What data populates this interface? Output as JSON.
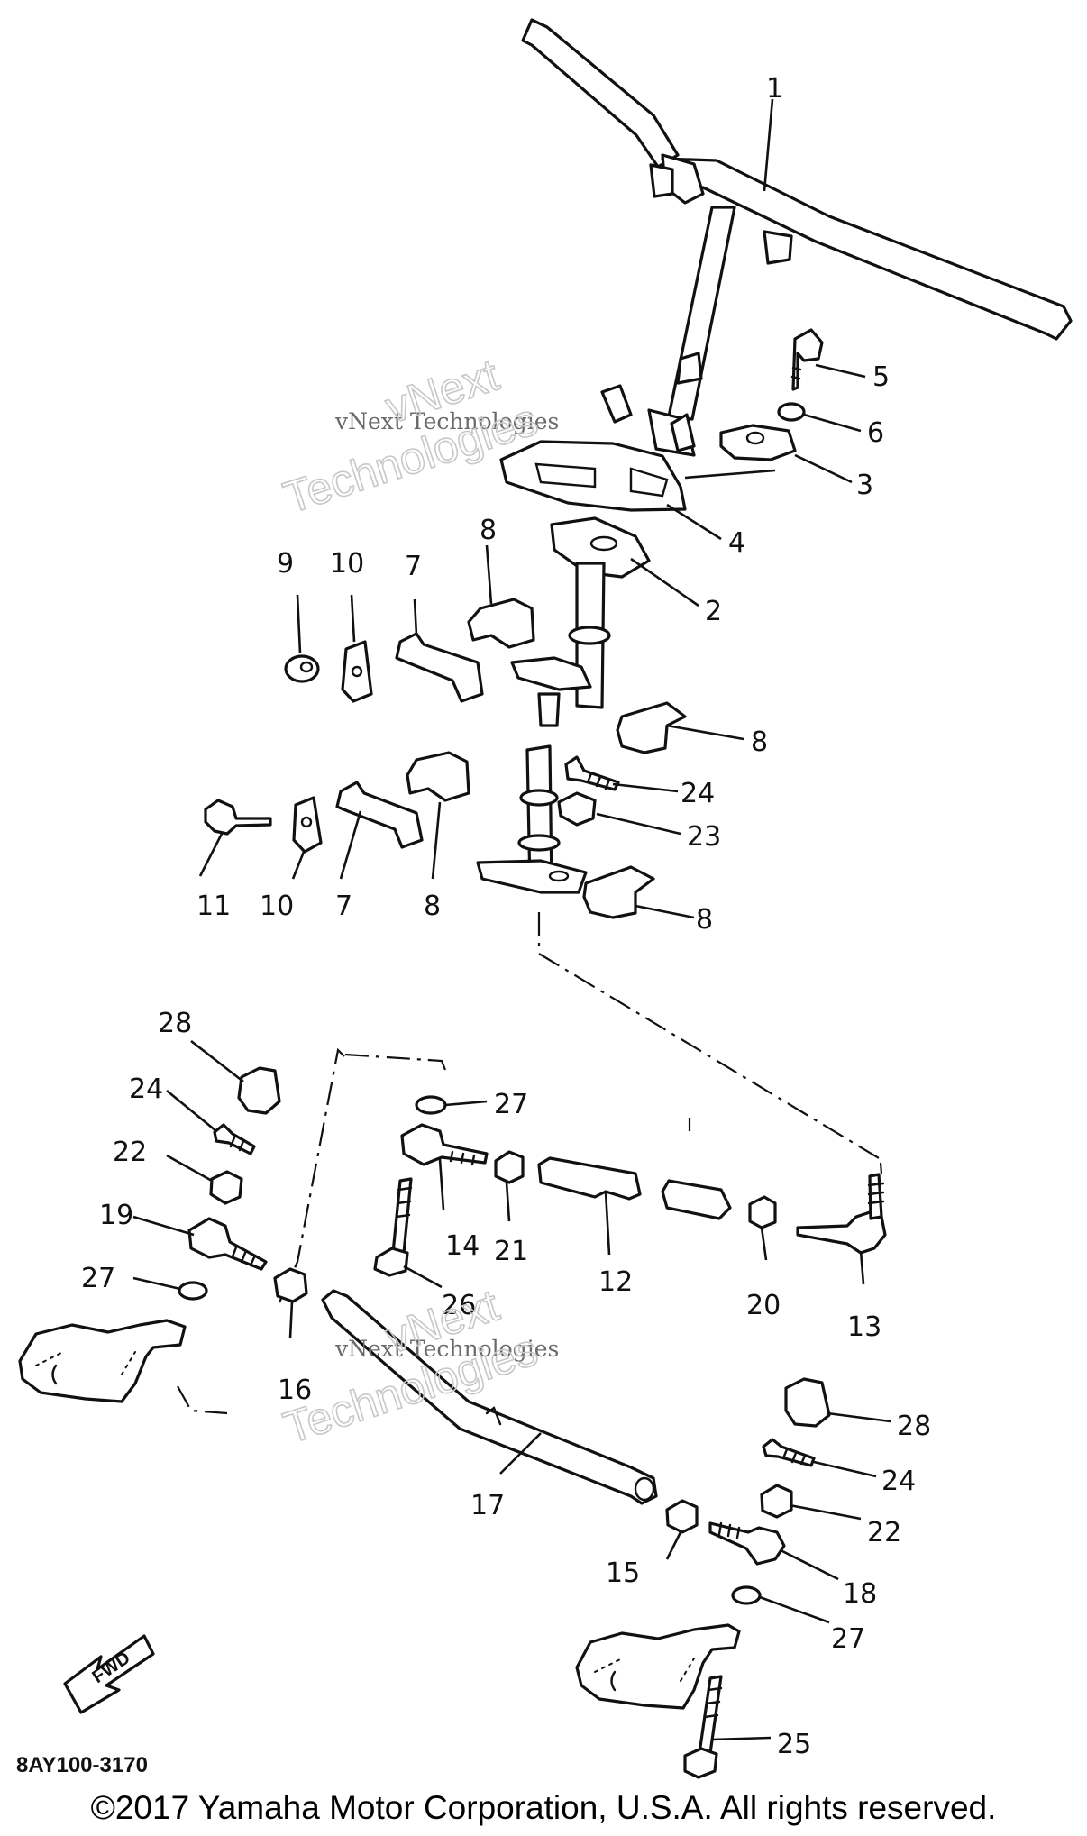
{
  "diagram": {
    "code": "8AY100-3170",
    "fwd_label": "FWD",
    "watermarks": [
      {
        "line1": "vNext Technologies",
        "line2": "vNext",
        "line3": "Technologies"
      },
      {
        "line1": "vNext Technologies",
        "line2": "vNext",
        "line3": "Technologies"
      }
    ],
    "callouts": [
      "1",
      "5",
      "6",
      "3",
      "4",
      "2",
      "8",
      "9",
      "10",
      "7",
      "8",
      "24",
      "23",
      "11",
      "10",
      "7",
      "8",
      "8",
      "28",
      "27",
      "24",
      "22",
      "19",
      "27",
      "14",
      "21",
      "12",
      "20",
      "13",
      "26",
      "16",
      "28",
      "24",
      "22",
      "17",
      "15",
      "18",
      "27",
      "25"
    ]
  },
  "footer": {
    "copyright": "©2017 Yamaha Motor Corporation, U.S.A. All rights reserved."
  },
  "colors": {
    "ink": "#111111",
    "watermark": "#c8c8c8",
    "background": "#ffffff"
  }
}
